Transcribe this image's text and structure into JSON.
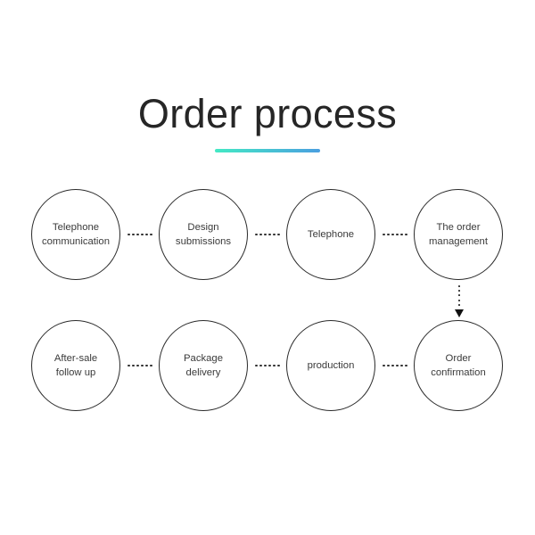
{
  "page": {
    "title": "Order process",
    "background_color": "#ffffff",
    "text_color": "#3a3a3a",
    "stroke_color": "#2b2b2b"
  },
  "title": {
    "text": "Order process",
    "underline": {
      "gradient_from": "#44e9c4",
      "gradient_to": "#4a9fe0"
    }
  },
  "diagram": {
    "type": "process-flow",
    "node_shape": "circle",
    "connector_style": "dotted",
    "rows": [
      {
        "name": "row-top",
        "flow_direction": "left-to-right",
        "nodes": [
          {
            "id": "telephone-communication",
            "label": "Telephone\ncommunication"
          },
          {
            "id": "design-submissions",
            "label": "Design\nsubmissions"
          },
          {
            "id": "telephone",
            "label": "Telephone"
          },
          {
            "id": "the-order-management",
            "label": "The order\nmanagement"
          }
        ]
      },
      {
        "name": "row-bottom",
        "flow_direction": "right-to-left",
        "nodes": [
          {
            "id": "after-sale-follow-up",
            "label": "After-sale\nfollow up"
          },
          {
            "id": "package-delivery",
            "label": "Package\ndelivery"
          },
          {
            "id": "production",
            "label": "production"
          },
          {
            "id": "order-confirmation",
            "label": "Order\nconfirmation"
          }
        ]
      }
    ],
    "vertical_connector": {
      "from": "the-order-management",
      "to": "order-confirmation",
      "style": "dotted-arrow-down",
      "dot_count": 5
    },
    "horizontal_connector_dot_count": 6
  }
}
